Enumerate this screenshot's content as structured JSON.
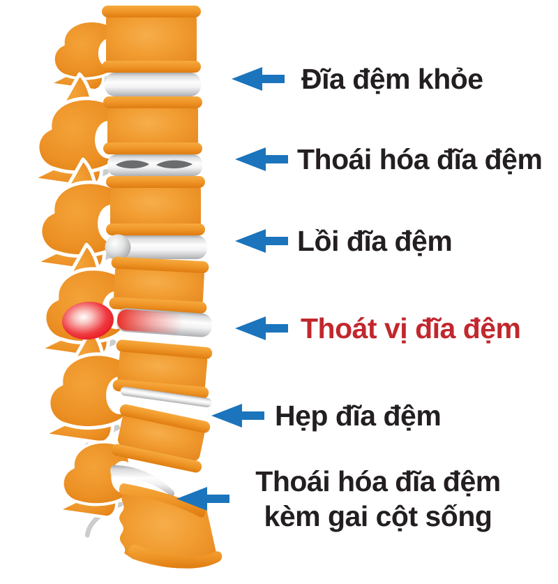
{
  "annotations": [
    {
      "label": "Đĩa đệm khỏe",
      "color": "black",
      "target": "healthy-disc"
    },
    {
      "label": "Thoái hóa đĩa đệm",
      "color": "black",
      "target": "degenerated-disc"
    },
    {
      "label": "Lồi đĩa đệm",
      "color": "black",
      "target": "bulging-disc"
    },
    {
      "label": "Thoát vị đĩa đệm",
      "color": "red",
      "target": "herniated-disc"
    },
    {
      "label": "Hẹp đĩa đệm",
      "color": "black",
      "target": "narrowed-disc"
    },
    {
      "label": "Thoái hóa đĩa đệm kèm gai cột sống",
      "lines": [
        "Thoái hóa đĩa đệm",
        "kèm gai cột sống"
      ],
      "color": "black",
      "target": "degenerated-disc-with-bone-spurs"
    }
  ],
  "icons": {
    "arrow": "arrow-left-icon"
  },
  "colors": {
    "arrow_blue": "#1B74BC",
    "text_black": "#231F20",
    "text_red": "#C1272D",
    "bone_orange": "#EF9527",
    "bone_orange_dark": "#DE7C10",
    "disc_gray": "#C9CACC",
    "hernia_red": "#E30613",
    "background": "#FFFFFF"
  }
}
